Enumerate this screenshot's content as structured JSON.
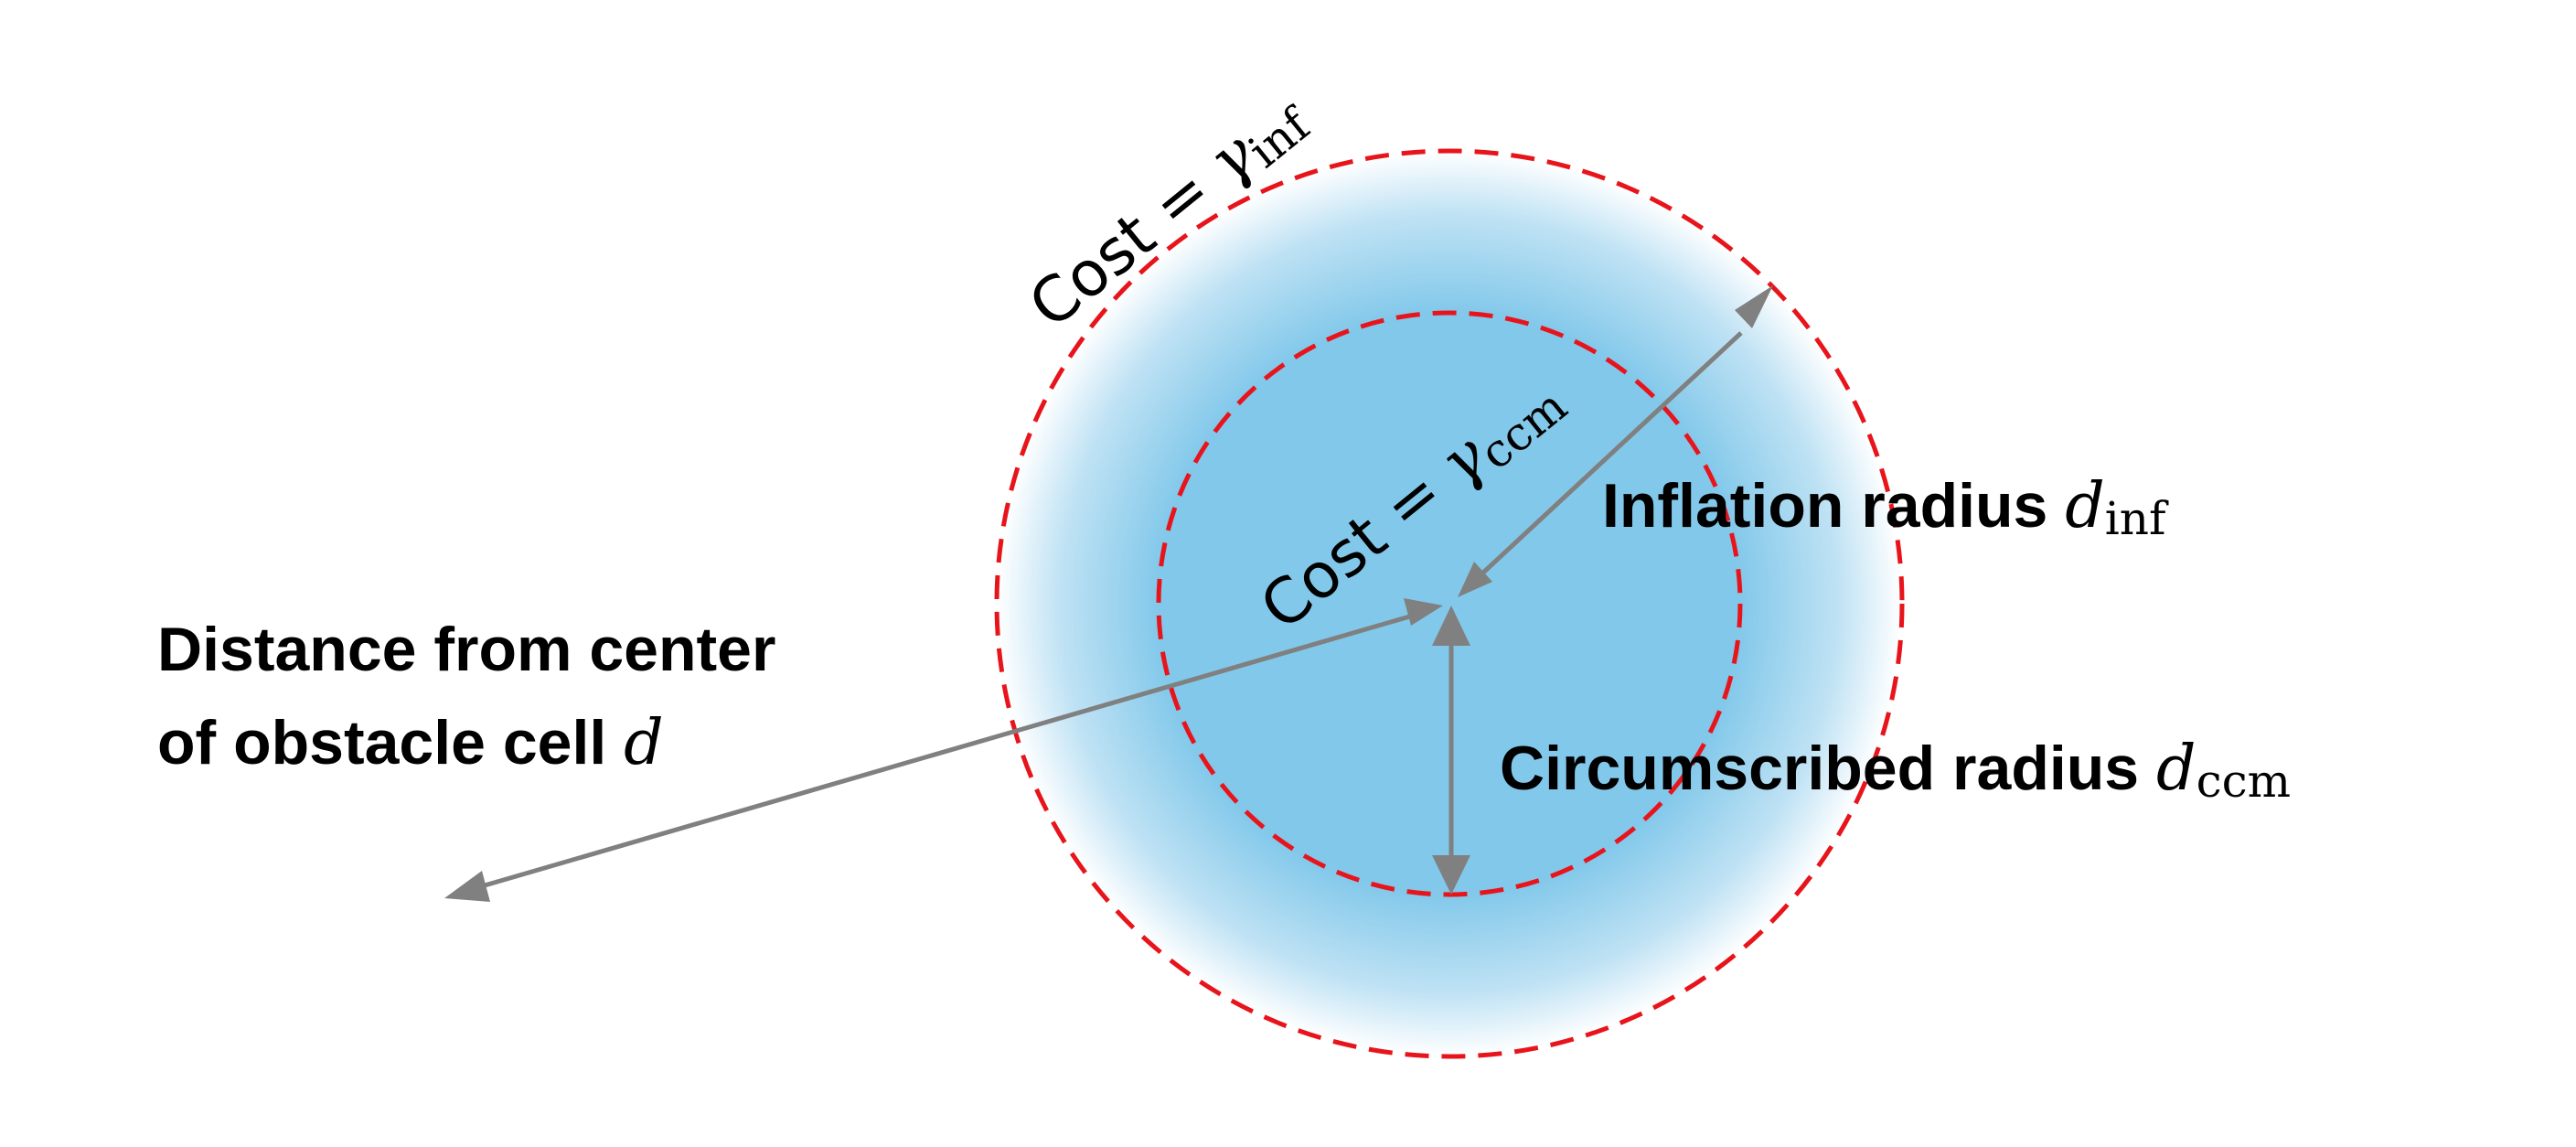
{
  "colors": {
    "fill": "#82c8ea",
    "dashed_circle": "#e8141c",
    "arrow": "#808080",
    "text": "#000000"
  },
  "labels": {
    "cost_inf": {
      "prefix": "Cost = ",
      "symbol": "γ",
      "sub": "inf"
    },
    "cost_ccm": {
      "prefix": "Cost = ",
      "symbol": "γ",
      "sub": "ccm"
    },
    "inflation": {
      "text": "Inflation radius ",
      "symbol": "d",
      "sub": "inf"
    },
    "circumscribed": {
      "text": "Circumscribed radius ",
      "symbol": "d",
      "sub": "ccm"
    },
    "distance": {
      "line1": "Distance from center",
      "line2": "of obstacle cell ",
      "symbol": "d"
    }
  }
}
